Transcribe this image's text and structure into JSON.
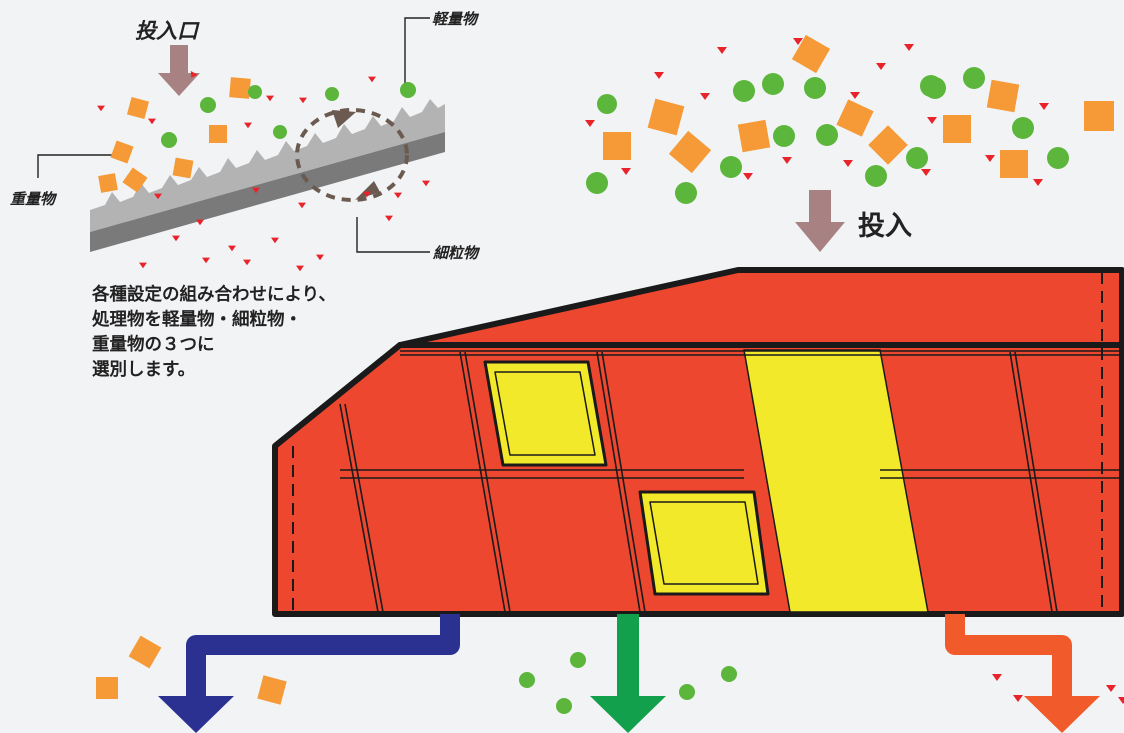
{
  "labels": {
    "inlet": "投入口",
    "light": "軽量物",
    "heavy": "重量物",
    "fine": "細粒物",
    "input": "投入"
  },
  "description": {
    "lines": [
      "各種設定の組み合わせにより、",
      "処理物を軽量物・細粒物・",
      "重量物の３つに",
      "選別します。"
    ]
  },
  "colors": {
    "background": "#f2f3f5",
    "machine_body": "#ee4730",
    "machine_outline": "#1a1a1a",
    "window": "#f1e92a",
    "heavy_particle": "#f59a36",
    "light_particle": "#5bb63b",
    "fine_particle": "#e8232a",
    "arrow_input": "#a88282",
    "arrow_heavy": "#2a3190",
    "arrow_light": "#12a04c",
    "arrow_fine": "#f15a2b",
    "screen_top": "#b3b3b3",
    "screen_side": "#7d7d7d"
  }
}
